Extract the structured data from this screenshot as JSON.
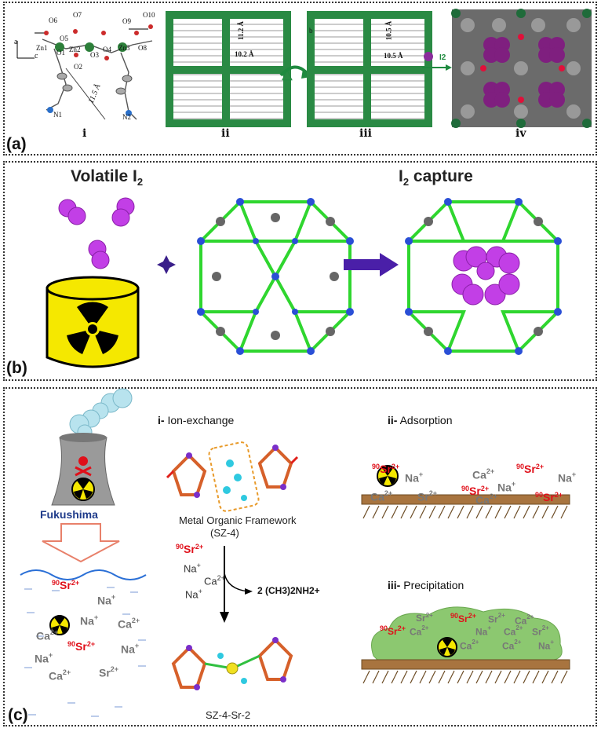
{
  "panel_a": {
    "label": "(a)",
    "sublabels": [
      "i",
      "ii",
      "iii",
      "iv"
    ],
    "atoms": [
      "O6",
      "O7",
      "O9",
      "O10",
      "Zn1",
      "O5",
      "Zn2",
      "O3",
      "O4",
      "Zn3",
      "O8",
      "O1",
      "O2",
      "N1",
      "N2"
    ],
    "axis_c": "c",
    "axis_a": "a",
    "axis_b": "b",
    "dist_i": "11.5 Å",
    "dims_ii": [
      "11.2 Å",
      "10.2 Å"
    ],
    "dims_iii": [
      "10.5 Å",
      "10.5 Å"
    ],
    "delta": "△",
    "iodine": "I2"
  },
  "panel_b": {
    "label": "(b)",
    "title_left": "Volatile I",
    "title_left_sub": "2",
    "title_right": "I",
    "title_right_sub": "2",
    "title_right_rest": " capture"
  },
  "panel_c": {
    "label": "(c)",
    "location": "Fukushima",
    "ion_exchange_num": "i-",
    "ion_exchange": "Ion-exchange",
    "mof_caption": "Metal Organic Framework",
    "mof_caption2": "(SZ-4)",
    "product": "2 (CH3)2NH2+",
    "result_caption": "SZ-4-Sr-2",
    "adsorption_num": "ii-",
    "adsorption": "Adsorption",
    "precip_num": "iii-",
    "precipitation": "Precipitation",
    "sr_label": "Sr",
    "sr_iso": "90",
    "sr_charge": "2+",
    "na": "Na",
    "na_charge": "+",
    "ca": "Ca",
    "ca_charge": "2+",
    "sr_plain": "Sr",
    "sr_plain_charge": "2+"
  },
  "colors": {
    "metal_green": "#1f8a3f",
    "iodine_purple": "#b23ce0",
    "radiation_yellow": "#f5e800",
    "sr_red": "#e0101a",
    "ion_gray": "#777777",
    "wood": "#a8743f",
    "precip_green": "#8cc870"
  }
}
